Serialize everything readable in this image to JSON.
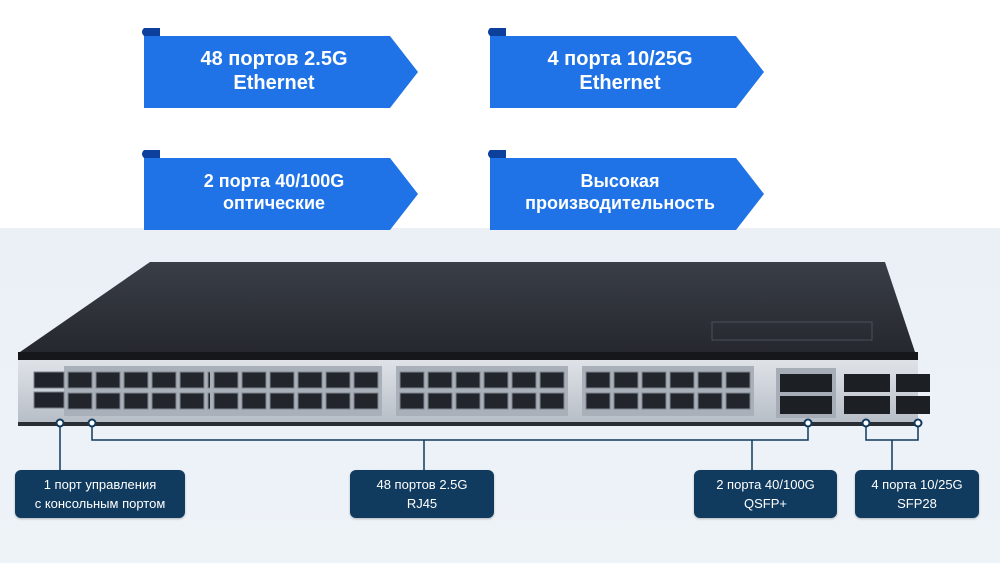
{
  "features": [
    {
      "text": "48 портов 2.5G\nEthernet"
    },
    {
      "text": "4 порта 10/25G\nEthernet"
    },
    {
      "text": "2 порта 40/100G\nоптические"
    },
    {
      "text": "Высокая\nпроизводительность"
    }
  ],
  "callouts": {
    "console": "1 порт управления\nс консольным портом",
    "rj45": "48 портов 2.5G\nRJ45",
    "qsfp": "2 порта 40/100G\nQSFP+",
    "sfp28": "4 порта 10/25G\nSFP28"
  },
  "colors": {
    "ribbon": "#1f73e6",
    "ribbon_dark": "#0d3f9c",
    "label_bg": "#103a5e",
    "chassis_top": "#2e3138",
    "front_panel": "#c9ced6"
  }
}
